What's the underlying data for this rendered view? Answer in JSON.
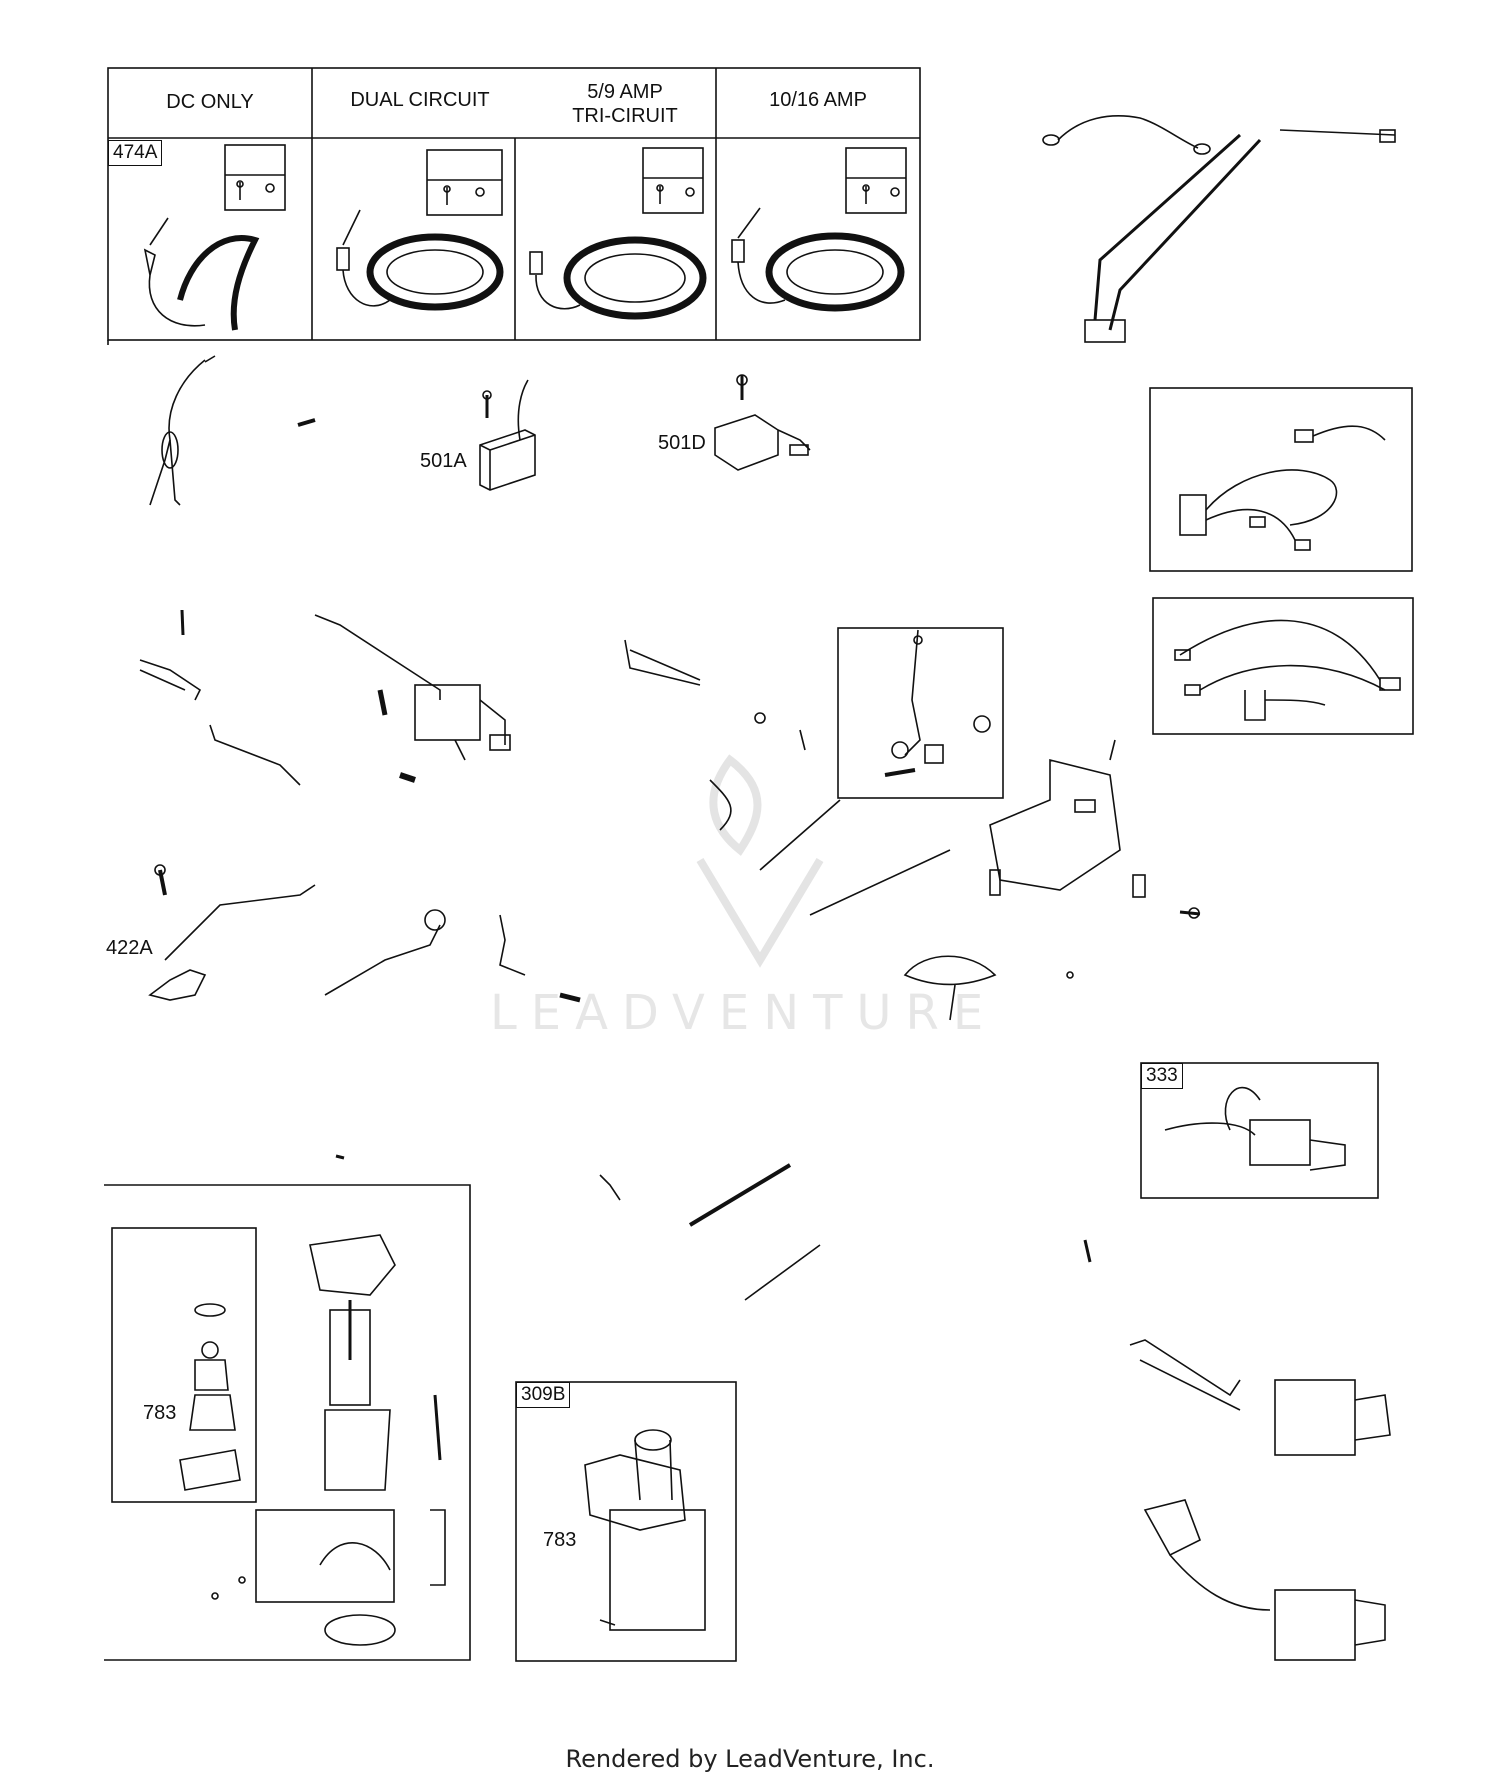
{
  "table_headers": {
    "dc_only": "DC ONLY",
    "dual_circuit": "DUAL CIRCUIT",
    "tri_circuit_line1": "5/9    AMP",
    "tri_circuit_line2": "TRI-CIRUIT",
    "amp_10_16": "10/16 AMP"
  },
  "part_tags": {
    "p474a": "474A",
    "p333": "333",
    "p309b": "309B"
  },
  "callouts": {
    "p501a": "501A",
    "p501d": "501D",
    "p422a": "422A",
    "p783_left": "783",
    "p783_right": "783"
  },
  "watermark": "LEADVENTURE",
  "footer": "Rendered by LeadVenture, Inc.",
  "colors": {
    "line": "#111111",
    "watermark": "#e6e6e6",
    "background": "#ffffff"
  }
}
